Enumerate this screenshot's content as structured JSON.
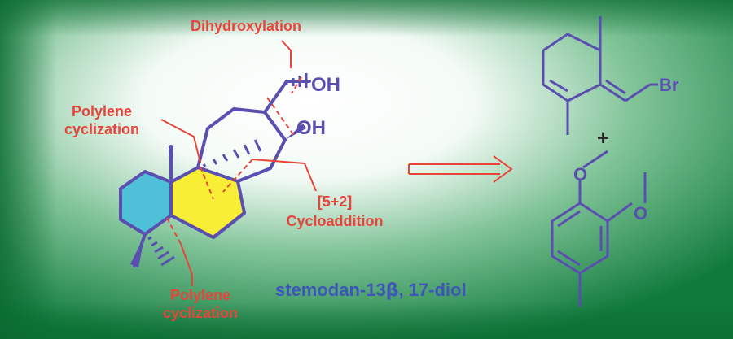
{
  "labels": {
    "dihydroxylation": "Dihydroxylation",
    "polylene_top_1": "Polylene",
    "polylene_top_2": "cyclization",
    "polylene_bottom_1": "Polylene",
    "polylene_bottom_2": "cyclization",
    "cycloaddition_1": "[5+2]",
    "cycloaddition_2": "Cycloaddition"
  },
  "groups": {
    "oh_upper": "OH",
    "oh_lower": "OH",
    "bromine": "Br",
    "plus": "+"
  },
  "product_name": {
    "prefix": "stemodan-13",
    "beta": "β",
    "suffix": ", 17-diol"
  },
  "colors": {
    "bond": "#5a4fb0",
    "label_red": "#e8443a",
    "ring_blue": "#4ec0d8",
    "ring_yellow": "#f8ee35",
    "title_blue": "#3d56b8",
    "bg_green_dark": "#0f7a3c",
    "bg_center": "#ffffff"
  }
}
